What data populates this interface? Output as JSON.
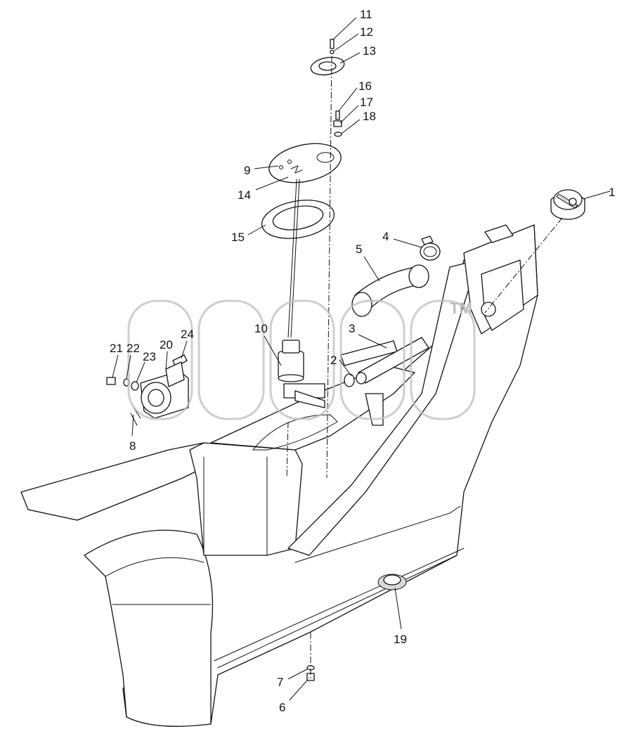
{
  "diagram": {
    "callouts": [
      {
        "id": "1",
        "label": "1"
      },
      {
        "id": "2",
        "label": "2"
      },
      {
        "id": "3",
        "label": "3"
      },
      {
        "id": "4",
        "label": "4"
      },
      {
        "id": "5",
        "label": "5"
      },
      {
        "id": "6",
        "label": "6"
      },
      {
        "id": "7",
        "label": "7"
      },
      {
        "id": "8",
        "label": "8"
      },
      {
        "id": "9",
        "label": "9"
      },
      {
        "id": "10",
        "label": "10"
      },
      {
        "id": "11",
        "label": "11"
      },
      {
        "id": "12",
        "label": "12"
      },
      {
        "id": "13",
        "label": "13"
      },
      {
        "id": "14",
        "label": "14"
      },
      {
        "id": "15",
        "label": "15"
      },
      {
        "id": "16",
        "label": "16"
      },
      {
        "id": "17",
        "label": "17"
      },
      {
        "id": "18",
        "label": "18"
      },
      {
        "id": "19",
        "label": "19"
      },
      {
        "id": "20",
        "label": "20"
      },
      {
        "id": "21",
        "label": "21"
      },
      {
        "id": "22",
        "label": "22"
      },
      {
        "id": "23",
        "label": "23"
      },
      {
        "id": "24",
        "label": "24"
      }
    ],
    "watermark": {
      "text": "TM"
    }
  }
}
